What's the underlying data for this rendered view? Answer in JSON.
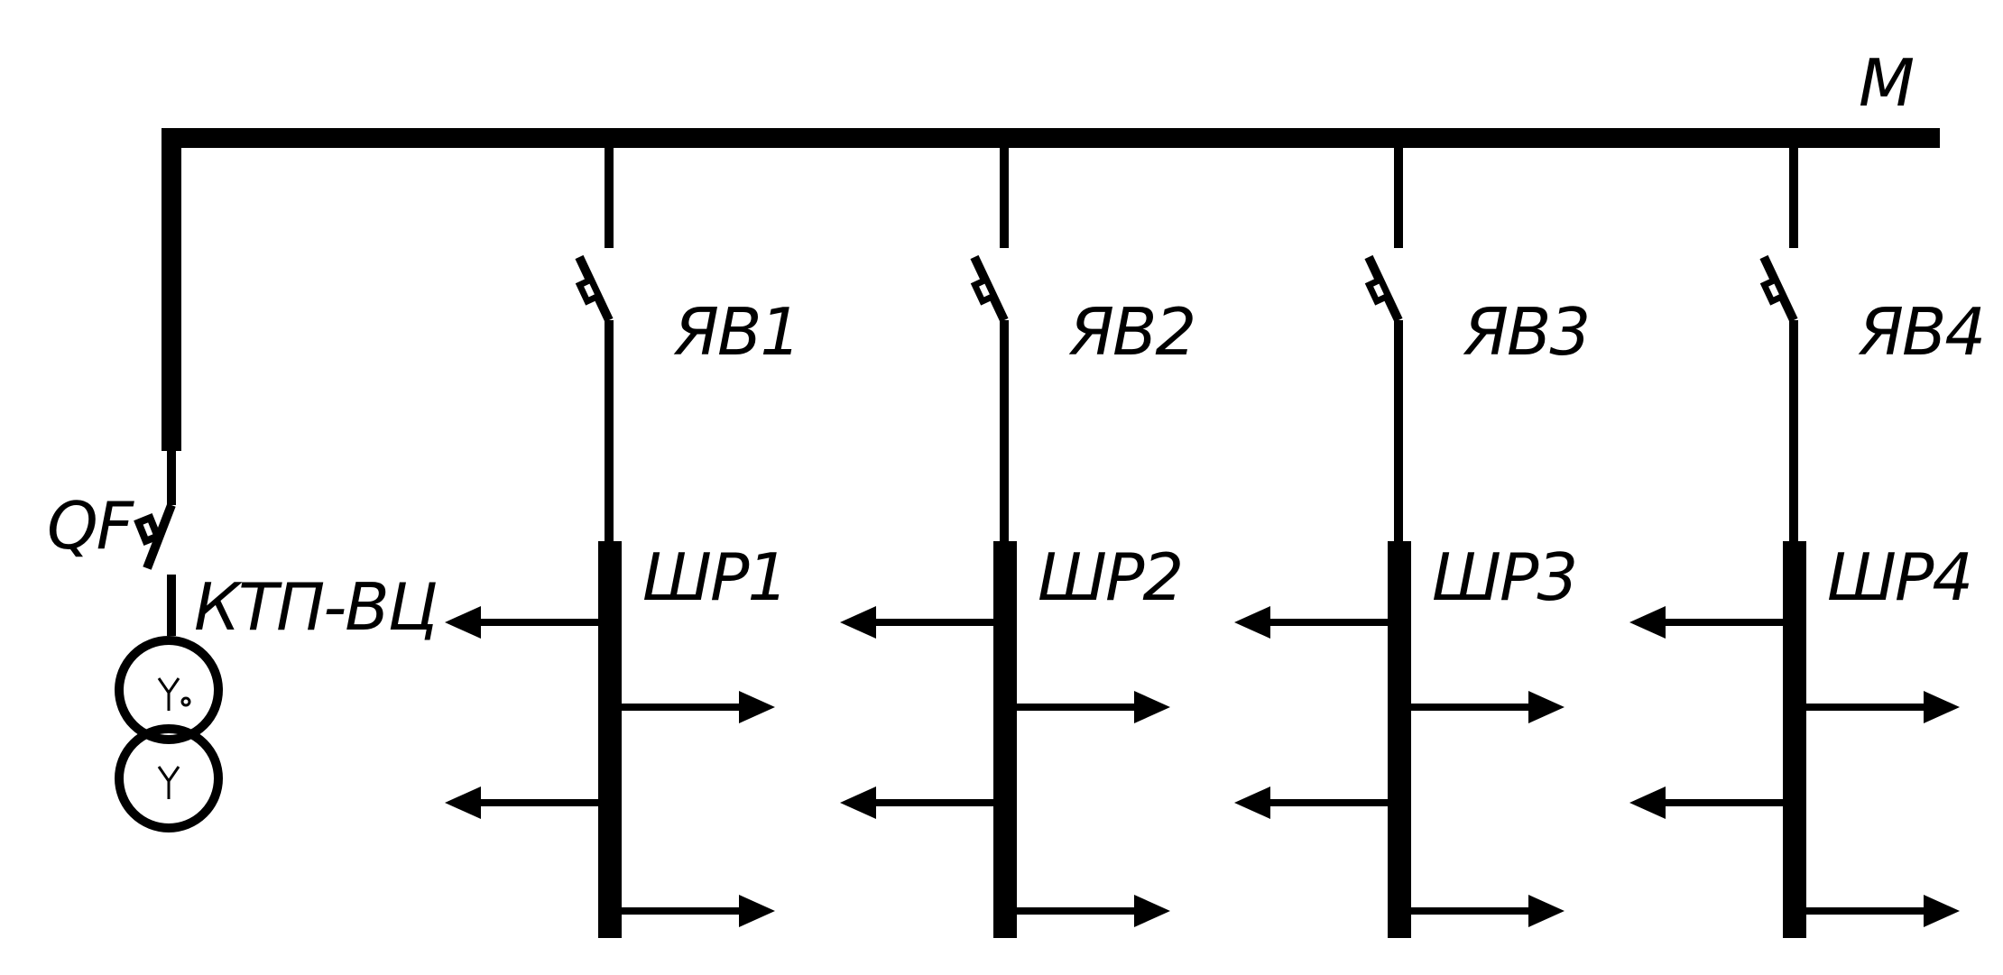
{
  "main_bus": {
    "label": "М"
  },
  "breaker": {
    "label": "QF"
  },
  "substation": {
    "label": "КТП-ВЦ"
  },
  "feeders": [
    {
      "switch_label": "ЯВ1",
      "board_label": "ШР1"
    },
    {
      "switch_label": "ЯВ2",
      "board_label": "ШР2"
    },
    {
      "switch_label": "ЯВ3",
      "board_label": "ШР3"
    },
    {
      "switch_label": "ЯВ4",
      "board_label": "ШР4"
    }
  ],
  "colors": {
    "line": "#000000",
    "background": "#ffffff"
  }
}
